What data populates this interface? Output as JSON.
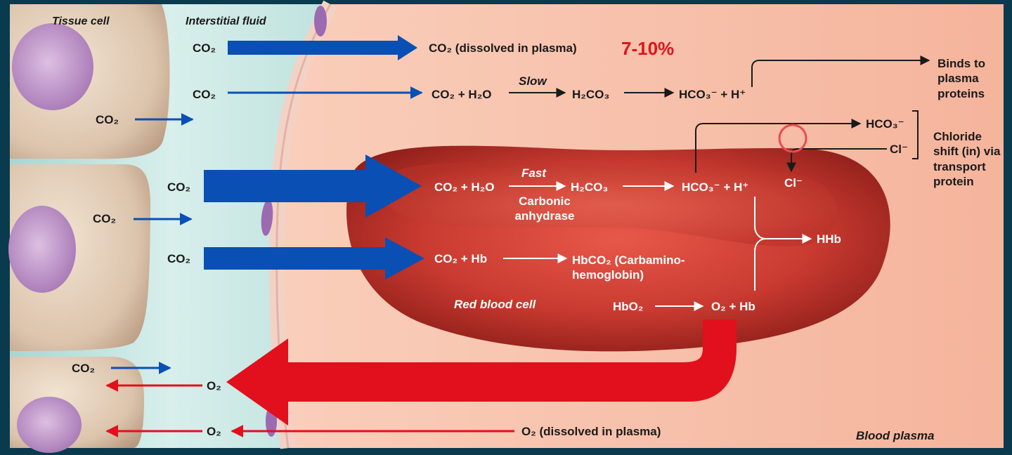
{
  "regions": {
    "tissue_cell": "Tissue cell",
    "interstitial_fluid": "Interstitial fluid",
    "red_blood_cell": "Red blood cell",
    "blood_plasma": "Blood plasma"
  },
  "rows": {
    "dissolved_co2": {
      "source": "CO₂",
      "product": "CO₂ (dissolved in plasma)",
      "percent": "7-10%"
    },
    "plasma_bicarbonate": {
      "source": "CO₂",
      "reactants": "CO₂ + H₂O",
      "rate": "Slow",
      "intermediate": "H₂CO₃",
      "products": "HCO₃⁻ + H⁺",
      "outcome": "Binds to plasma proteins"
    },
    "tissue_co2_upper": "CO₂",
    "rbc_bicarbonate": {
      "source": "CO₂",
      "reactants": "CO₂ + H₂O",
      "rate": "Fast",
      "enzyme": "Carbonic anhydrase",
      "intermediate": "H₂CO₃",
      "products": "HCO₃⁻ + H⁺"
    },
    "tissue_co2_middle": "CO₂",
    "carbamino": {
      "source": "CO₂",
      "reactants": "CO₂ + Hb",
      "product": "HbCO₂ (Carbamino-hemoglobin)"
    },
    "oxygen_release": {
      "reactant": "HbO₂",
      "products": "O₂ + Hb"
    },
    "tissue_co2_lower": "CO₂",
    "o2_upper": "O₂",
    "o2_lower": "O₂",
    "o2_dissolved": "O₂ (dissolved in plasma)"
  },
  "chloride_shift": {
    "out_ion": "HCO₃⁻",
    "in_ion": "Cl⁻",
    "rbc_ion": "Cl⁻",
    "caption": "Chloride shift (in) via transport protein"
  },
  "hhb": "HHb",
  "colors": {
    "co2_arrow": "#0a4fb4",
    "o2_arrow": "#e2101c",
    "cell_body": "#e2cdb6",
    "nucleus": "#b98ec4",
    "interstitial_fluid": "#c4e4e0",
    "plasma": "#f8c8b2",
    "red_blood_cell": "#cc3a30",
    "frame": "#0a3a4e"
  }
}
